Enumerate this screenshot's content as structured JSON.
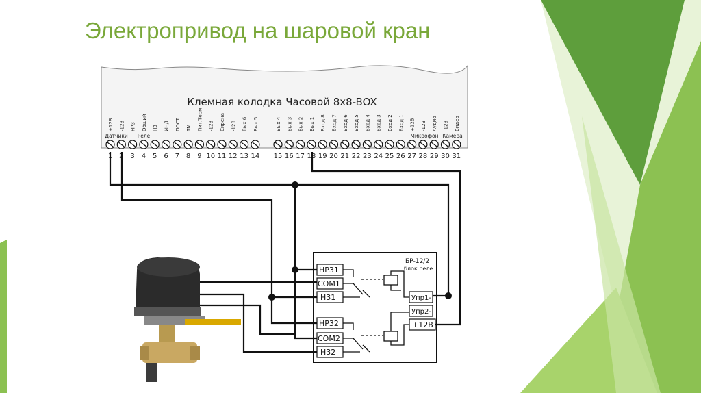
{
  "slide": {
    "title": "Электропривод на шаровой кран",
    "accent_color": "#7aa83a"
  },
  "terminal_block": {
    "title": "Клемная колодка Часовой 8x8-BOX",
    "terminals": [
      "+12В",
      "-12В",
      "НР3",
      "Общий",
      "НЗ",
      "ИНД",
      "ПОСТ",
      "ТМ",
      "Пит.Терм.",
      "-12В",
      "Сирена",
      "-12В",
      "Вых 6",
      "Вых 5",
      "Вых 4",
      "Вых 3",
      "Вых 2",
      "Вых 1",
      "Вход 8",
      "Вход 7",
      "Вход 6",
      "Вход 5",
      "Вход 4",
      "Вход 3",
      "Вход 2",
      "Вход 1",
      "+12В",
      "-12В",
      "Аудио",
      "-12В",
      "Видео"
    ],
    "group_labels": {
      "sensors": "Датчики",
      "relay": "Реле",
      "microphone": "Микрофон",
      "camera": "Камера"
    },
    "numbers": [
      "1",
      "2",
      "3",
      "4",
      "5",
      "6",
      "7",
      "8",
      "9",
      "10",
      "11",
      "12",
      "13",
      "14",
      "15",
      "16",
      "17",
      "18",
      "19",
      "20",
      "21",
      "22",
      "23",
      "24",
      "25",
      "26",
      "27",
      "28",
      "29",
      "30",
      "31"
    ]
  },
  "relay_block": {
    "title_line1": "БР-12/2",
    "title_line2": "блок реле",
    "contacts": {
      "nr1": "НР31",
      "com1": "COM1",
      "nz1": "Н31",
      "nr2": "НР32",
      "com2": "COM2",
      "nz2": "Н32"
    },
    "inputs": {
      "upr1": "Упр1-",
      "upr2": "Упр2-",
      "plus12": "+12В"
    }
  },
  "valve_actuator": {
    "icon": "ball-valve-actuator-icon"
  }
}
